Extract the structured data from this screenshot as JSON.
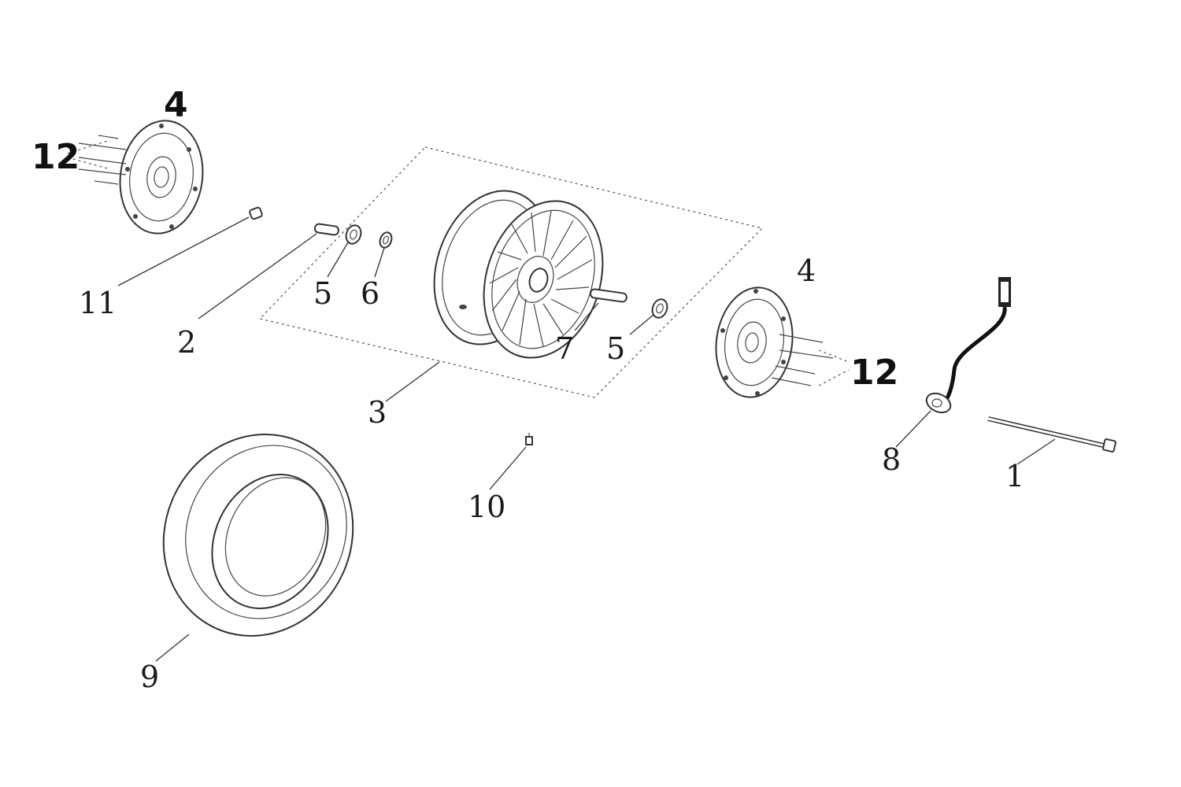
{
  "diagram": {
    "type": "exploded-parts-view",
    "callouts": {
      "n1": "1",
      "n2": "2",
      "n3": "3",
      "n4_left": "4",
      "n4_right": "4",
      "n5_left": "5",
      "n5_right": "5",
      "n6": "6",
      "n7": "7",
      "n8": "8",
      "n9": "9",
      "n10": "10",
      "n11": "11",
      "n12_left": "12",
      "n12_right": "12"
    },
    "colors": {
      "line": "#333333",
      "background": "#ffffff",
      "text": "#1a1a1a"
    }
  }
}
